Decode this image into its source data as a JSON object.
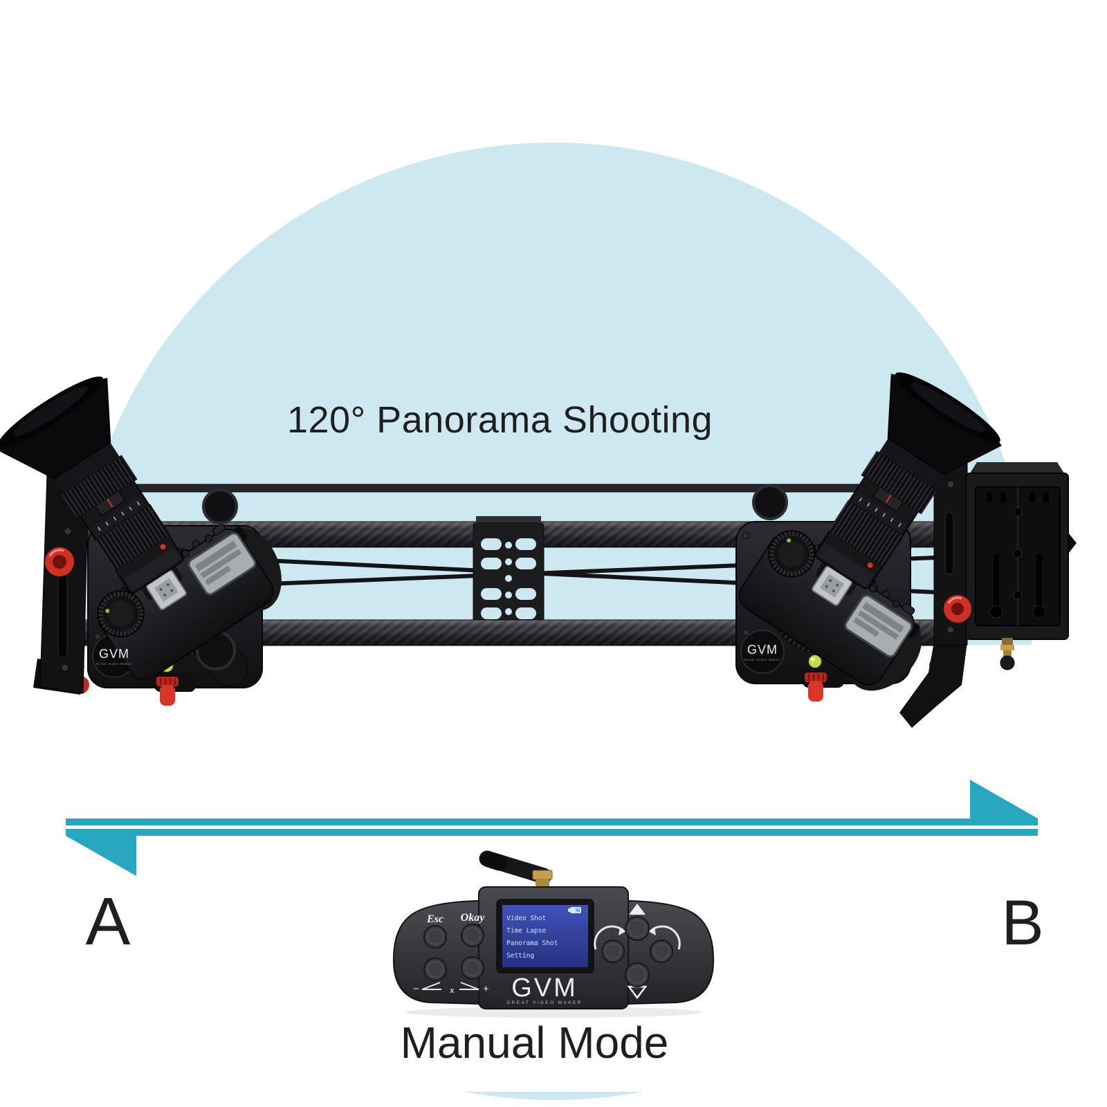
{
  "scene": {
    "title": "120° Panorama Shooting",
    "point_a": "A",
    "point_b": "B",
    "caption": "Manual Mode"
  },
  "slider": {
    "brand": "GVM",
    "brand_tagline": "Great Video Maker"
  },
  "remote": {
    "esc_label": "Esc",
    "okay_label": "Okay",
    "minus_label": "−",
    "axis_label": "x",
    "plus_label": "+",
    "brand": "GVM",
    "brand_tagline": "GREAT VIDEO MAKER",
    "screen": {
      "menu_items": [
        "Video Shot",
        "Time Lapse",
        "Panorama Shot",
        "Setting"
      ]
    }
  },
  "colors": {
    "accent_teal": "#2aa7c0",
    "panorama_fill": "#cde8f0",
    "screen_blue": "#3a4aad",
    "knob_red": "#d8352b",
    "text_dark": "#1f1f1f"
  }
}
